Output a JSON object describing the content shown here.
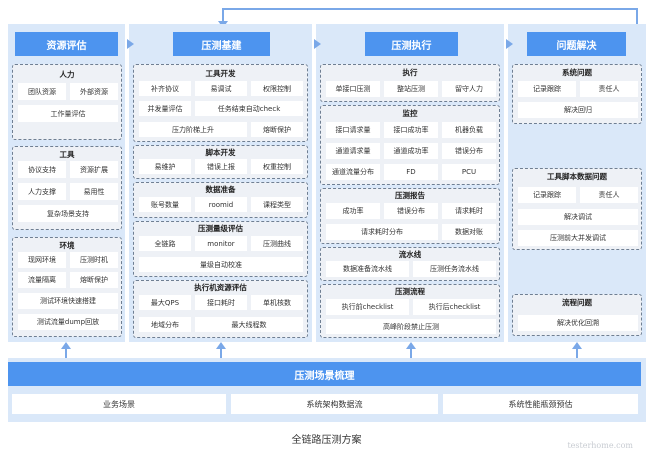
{
  "columns": {
    "resource": "资源评估",
    "build": "压测基建",
    "exec": "压测执行",
    "issue": "问题解决"
  },
  "resource": {
    "manpower": {
      "title": "人力",
      "items": [
        "团队资源",
        "外部资源",
        "工作量评估"
      ]
    },
    "tools": {
      "title": "工具",
      "items": [
        "协议支持",
        "资源扩展",
        "人力支撑",
        "易用性",
        "复杂场景支持"
      ]
    },
    "env": {
      "title": "环境",
      "items": [
        "现网环境",
        "压测时机",
        "流量隔离",
        "熔断保护",
        "测试环境快速搭建",
        "测试流量dump回放"
      ]
    }
  },
  "build": {
    "tooldev": {
      "title": "工具开发",
      "items": [
        "补齐协议",
        "易调试",
        "权限控制",
        "并发量评估",
        "任务结束自动check",
        "压力阶梯上升",
        "熔断保护"
      ]
    },
    "scriptdev": {
      "title": "脚本开发",
      "items": [
        "易维护",
        "错误上报",
        "权重控制"
      ]
    },
    "dataprep": {
      "title": "数据准备",
      "items": [
        "账号数量",
        "roomid",
        "课程类型"
      ]
    },
    "levels": {
      "title": "压测量级评估",
      "items": [
        "全链路",
        "monitor",
        "压测曲线",
        "量级自动校准"
      ]
    },
    "machine": {
      "title": "执行机资源评估",
      "items": [
        "最大QPS",
        "接口耗时",
        "单机核数",
        "地域分布",
        "最大线程数"
      ]
    }
  },
  "exec": {
    "run": {
      "title": "执行",
      "items": [
        "单接口压测",
        "整站压测",
        "留守人力"
      ]
    },
    "monitor": {
      "title": "监控",
      "items": [
        "接口请求量",
        "接口成功率",
        "机器负载",
        "通道请求量",
        "通道成功率",
        "错误分布",
        "通道流量分布",
        "FD",
        "PCU"
      ]
    },
    "report": {
      "title": "压测报告",
      "items": [
        "成功率",
        "错误分布",
        "请求耗时",
        "请求耗时分布",
        "数据对账"
      ]
    },
    "pipeline": {
      "title": "流水线",
      "items": [
        "数据准备流水线",
        "压测任务流水线"
      ]
    },
    "flow": {
      "title": "压测流程",
      "items": [
        "执行前checklist",
        "执行后checklist",
        "高峰阶段禁止压测"
      ]
    }
  },
  "issue": {
    "system": {
      "title": "系统问题",
      "items": [
        "记录跟踪",
        "责任人",
        "解决回归"
      ]
    },
    "toolscript": {
      "title": "工具脚本数据问题",
      "items": [
        "记录跟踪",
        "责任人",
        "解决调试",
        "压测前大并发调试"
      ]
    },
    "process": {
      "title": "流程问题",
      "items": [
        "解决优化回溯"
      ]
    }
  },
  "bottom": {
    "title": "压测场景梳理",
    "items": [
      "业务场景",
      "系统架构数据流",
      "系统性能瓶颈预估"
    ]
  },
  "caption": "全链路压测方案",
  "watermark": "testerhome.com",
  "colors": {
    "header": "#4d94ef",
    "column_bg": "#dae8f9",
    "group_bg": "#eef1f6",
    "connector": "#7aa8e8"
  }
}
